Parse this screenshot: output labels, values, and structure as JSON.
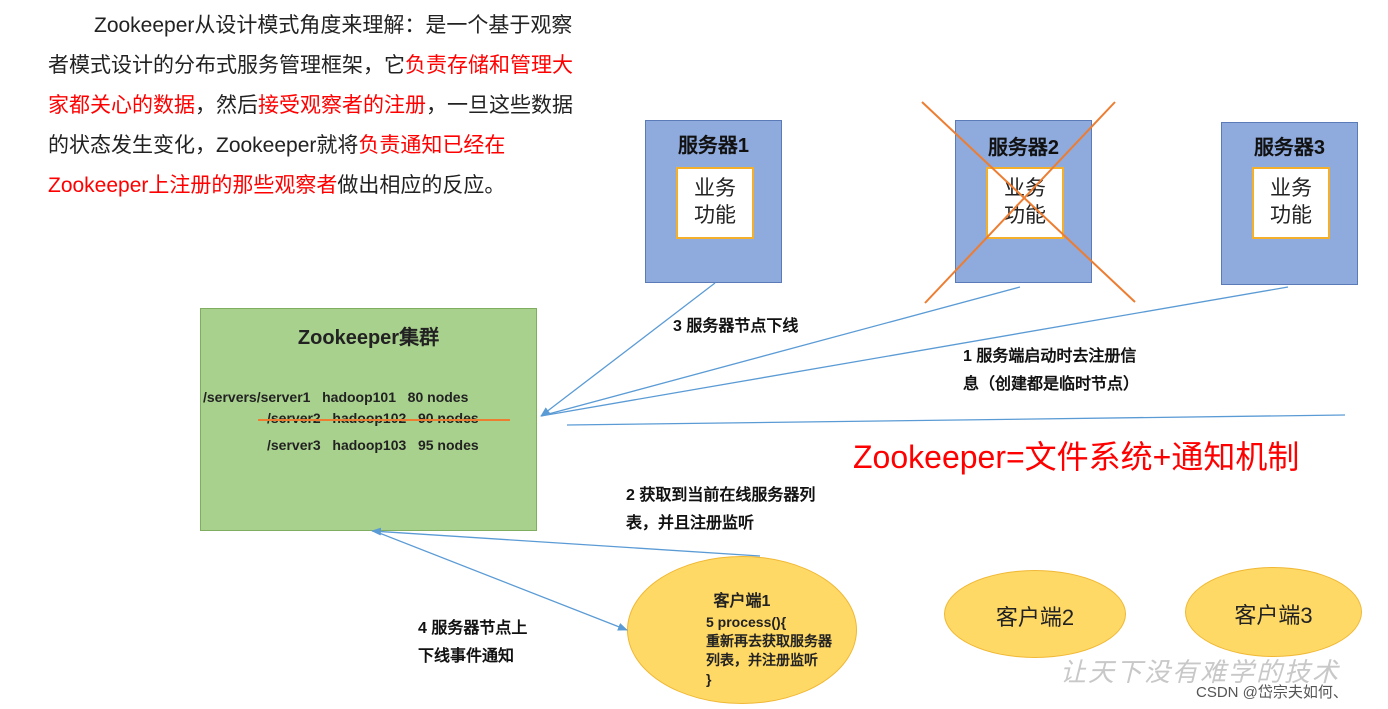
{
  "intro": {
    "seg1": "Zookeeper从设计模式角度来理解：是一个基于观察者模式设计的分布式服务管理框架，它",
    "seg2": "负责存储和管理大家都关心的数据",
    "seg3": "，然后",
    "seg4": "接受观察者的注册",
    "seg5": "，一旦这些数据的状态发生变化，Zookeeper就将",
    "seg6": "负责通知已经在Zookeeper上注册的那些观察者",
    "seg7": "做出相应的反应。"
  },
  "servers": [
    {
      "title": "服务器1",
      "biz_line1": "业务",
      "biz_line2": "功能"
    },
    {
      "title": "服务器2",
      "biz_line1": "业务",
      "biz_line2": "功能"
    },
    {
      "title": "服务器3",
      "biz_line1": "业务",
      "biz_line2": "功能"
    }
  ],
  "cluster": {
    "title": "Zookeeper集群",
    "nodes": [
      "/servers/server1   hadoop101   80 nodes",
      "/server2   hadoop102   90 nodes",
      "/server3   hadoop103   95 nodes"
    ]
  },
  "steps": {
    "step1_line1": "1  服务端启动时去注册信",
    "step1_line2": "息（创建都是临时节点）",
    "step2_line1": "2  获取到当前在线服务器列",
    "step2_line2": "表，并且注册监听",
    "step3": "3  服务器节点下线",
    "step4_line1": "4  服务器节点上",
    "step4_line2": "下线事件通知"
  },
  "formula": "Zookeeper=文件系统+通知机制",
  "clients": {
    "client1": {
      "name": "客户端1",
      "line1": "5 process(){",
      "line2": "重新再去获取服务器",
      "line3": "列表，并注册监听",
      "line4": "}"
    },
    "client2": "客户端2",
    "client3": "客户端3"
  },
  "watermark": "让天下没有难学的技术",
  "csdn": "CSDN @岱宗夫如何、",
  "colors": {
    "server_fill": "#8faadc",
    "cluster_fill": "#a9d18e",
    "client_fill": "#ffd966",
    "highlight_red": "#ff0000",
    "cross_orange": "#ed7d31",
    "arrow_blue": "#5b9bd5"
  }
}
